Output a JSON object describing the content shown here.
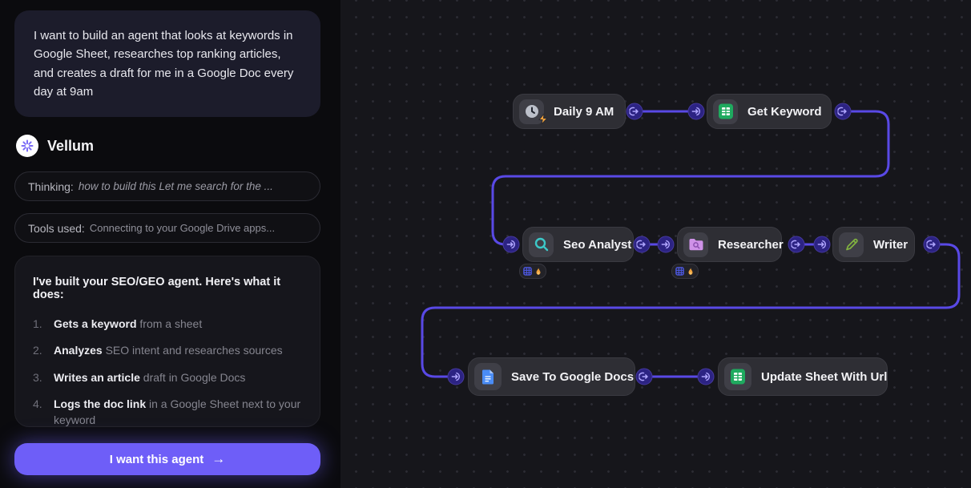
{
  "sidebar": {
    "user_message": "I want to build an agent that looks at keywords in Google Sheet, researches top ranking articles, and creates a draft for me in a Google Doc every day at 9am",
    "brand": {
      "name": "Vellum",
      "logo_icon": "vellum-flower-icon",
      "logo_color": "#7b6cf6"
    },
    "thinking": {
      "label": "Thinking:",
      "text": "how to build this Let me search for the ..."
    },
    "tools": {
      "label": "Tools used:",
      "text": "Connecting to your Google Drive apps..."
    },
    "result": {
      "title": "I've built your SEO/GEO agent. Here's what it does:",
      "steps": [
        {
          "num": "1.",
          "bold": "Gets a keyword",
          "rest": " from a sheet"
        },
        {
          "num": "2.",
          "bold": "Analyzes",
          "rest": " SEO intent and researches sources"
        },
        {
          "num": "3.",
          "bold": "Writes an article",
          "rest": " draft in Google Docs"
        },
        {
          "num": "4.",
          "bold": "Logs the doc link",
          "rest": " in a Google Sheet next to your keyword"
        }
      ]
    },
    "cta": {
      "label": "I want this agent",
      "arrow": "→"
    }
  },
  "canvas": {
    "nodes": [
      {
        "id": "daily-trigger",
        "label": "Daily 9 AM",
        "icon": "clock-schedule-icon",
        "badge_icon": "lightning-bolt-icon"
      },
      {
        "id": "get-keyword",
        "label": "Get Keyword",
        "icon": "google-sheets-icon"
      },
      {
        "id": "seo-analyst",
        "label": "Seo Analyst",
        "icon": "search-icon",
        "badges": [
          "table-icon",
          "flame-icon"
        ]
      },
      {
        "id": "researcher",
        "label": "Researcher",
        "icon": "folder-search-icon",
        "badges": [
          "table-icon",
          "flame-icon"
        ]
      },
      {
        "id": "writer",
        "label": "Writer",
        "icon": "pencil-icon"
      },
      {
        "id": "save-docs",
        "label": "Save To Google Docs",
        "icon": "google-docs-icon"
      },
      {
        "id": "update-sheet",
        "label": "Update Sheet With Url",
        "icon": "google-sheets-icon"
      }
    ],
    "edges": [
      "daily-trigger -> get-keyword",
      "get-keyword -> seo-analyst",
      "seo-analyst -> researcher",
      "researcher -> writer",
      "writer -> save-docs",
      "save-docs -> update-sheet"
    ]
  },
  "colors": {
    "accent_purple": "#6e5ef8",
    "wire_purple": "#5949e6",
    "sidebar_bg": "#0b0b0e",
    "canvas_bg": "#16161b",
    "node_bg": "#2e2e34",
    "user_bubble_bg": "#1c1c2b",
    "sheets_green": "#1faa5f",
    "docs_blue": "#4a8cf5",
    "search_teal": "#3cc8c8",
    "folder_pink": "#cf92e8",
    "pencil_green": "#82b440",
    "flame_orange": "#f2a33c"
  }
}
